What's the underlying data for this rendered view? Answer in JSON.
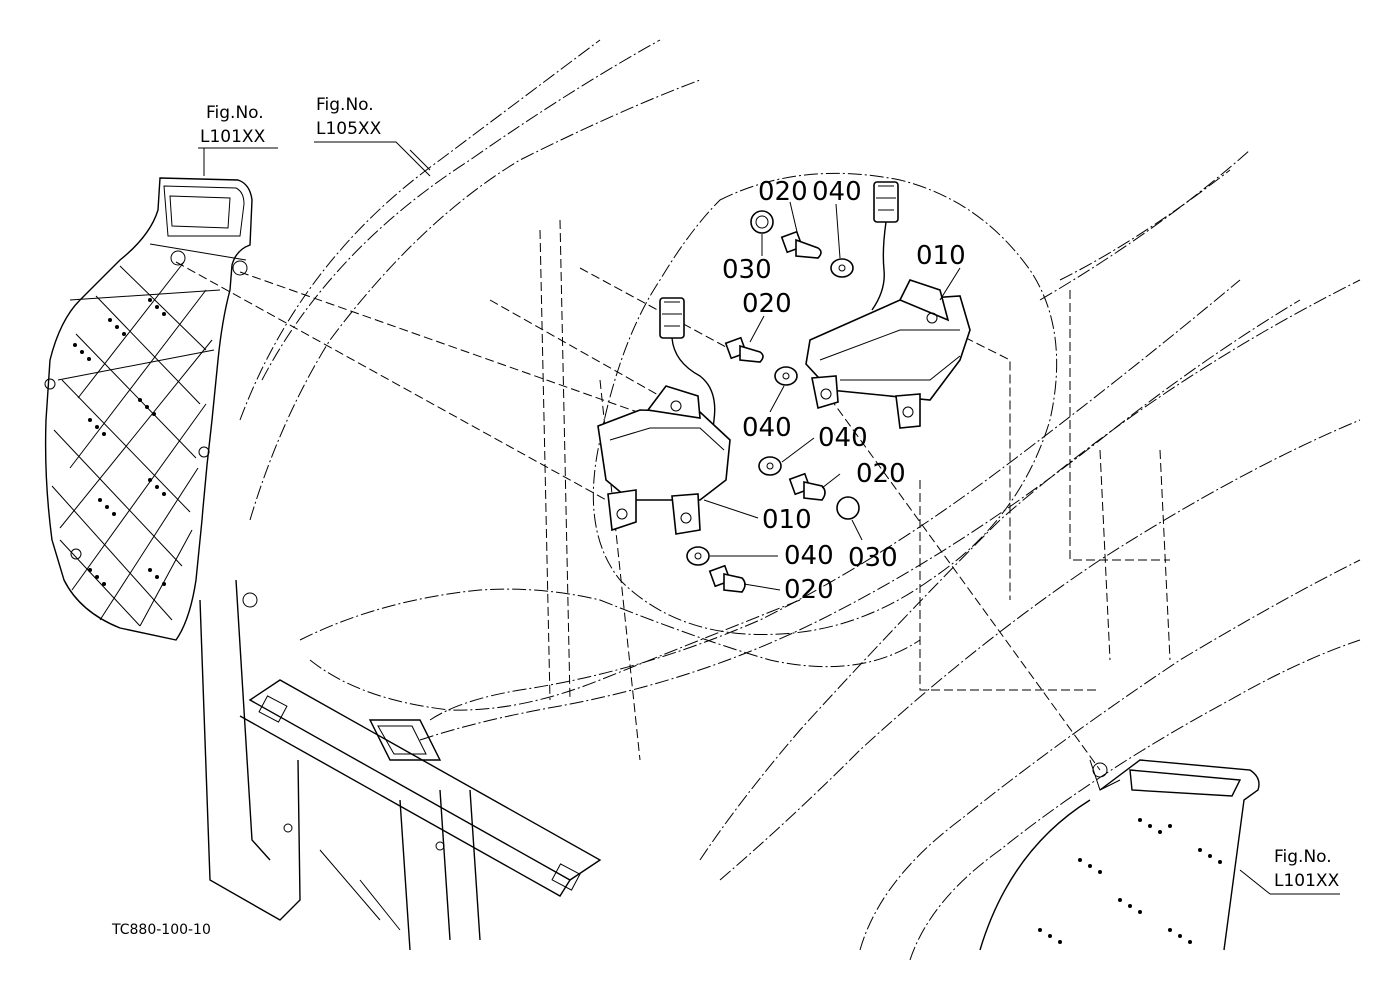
{
  "figure_refs": [
    {
      "label": "Fig.No.",
      "code": "L101XX"
    },
    {
      "label": "Fig.No.",
      "code": "L105XX"
    },
    {
      "label": "Fig.No.",
      "code": "L101XX"
    }
  ],
  "callouts": [
    "020",
    "040",
    "030",
    "010",
    "020",
    "040",
    "040",
    "020",
    "030",
    "010",
    "040",
    "020"
  ],
  "drawing_code": "TC880-100-10",
  "colors": {
    "ink": "#000000",
    "paper": "#ffffff"
  }
}
